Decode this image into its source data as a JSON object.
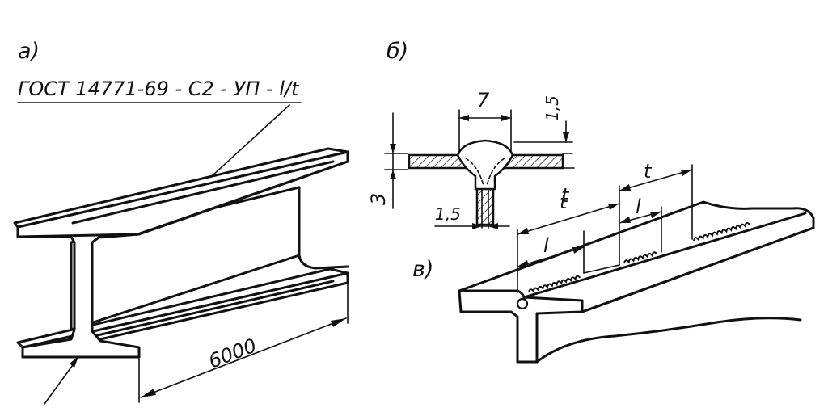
{
  "panels": {
    "a": {
      "label": "а)",
      "designation": "ГОСТ 14771-69 - С2 - УП - l/t",
      "length": "6000"
    },
    "b": {
      "label": "б)",
      "width": "7",
      "top_offset": "1,5",
      "thickness": "3",
      "gap": "1,5",
      "pitch": "t"
    },
    "c": {
      "label": "в)",
      "pitch_1": "t",
      "pitch_2": "t",
      "length_1": "l",
      "length_2": "l"
    }
  }
}
